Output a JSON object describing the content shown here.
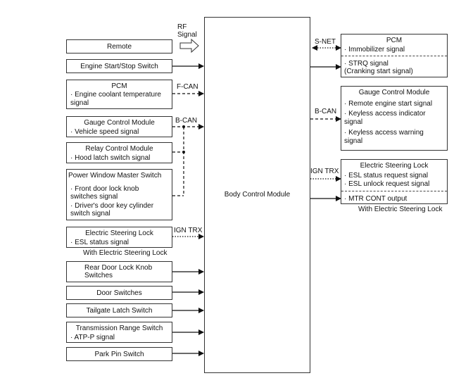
{
  "bcm": {
    "label": "Body Control Module"
  },
  "labels": {
    "rf_signal": [
      "RF",
      "Signal"
    ],
    "f_can": "F-CAN",
    "b_can_left": "B-CAN",
    "ign_trx_left": "IGN TRX",
    "s_net": "S-NET",
    "b_can_right": "B-CAN",
    "ign_trx_right": "IGN TRX"
  },
  "left_boxes": {
    "remote": "Remote",
    "engine_start": "Engine Start/Stop Switch",
    "pcm": {
      "title": "PCM",
      "lines": [
        "· Engine coolant temperature",
        "signal"
      ]
    },
    "gauge": {
      "title": "Gauge Control Module",
      "lines": [
        "· Vehicle speed signal"
      ]
    },
    "relay": {
      "title": "Relay Control Module",
      "lines": [
        "· Hood latch switch signal"
      ]
    },
    "power_window": {
      "title": "Power Window Master Switch",
      "lines": [
        "· Front door lock knob",
        "switches signal",
        "· Driver's door key cylinder",
        "switch signal"
      ]
    },
    "esl": {
      "title": "Electric Steering Lock",
      "lines": [
        "· ESL status signal"
      ],
      "note": "With Electric Steering Lock"
    },
    "rear_door": [
      "Rear Door Lock Knob",
      "Switches"
    ],
    "door_switches": "Door Switches",
    "tailgate": "Tailgate Latch Switch",
    "trans_range": {
      "title": "Transmission Range Switch",
      "lines": [
        "· ATP-P signal"
      ]
    },
    "park_pin": "Park Pin Switch"
  },
  "right_boxes": {
    "pcm": {
      "title": "PCM",
      "lines_top": [
        "· Immobilizer signal"
      ],
      "lines_bottom": [
        "· STRQ signal",
        "(Cranking start signal)"
      ]
    },
    "gauge": {
      "title": "Gauge Control Module",
      "lines": [
        "· Remote engine start signal",
        "· Keyless access indicator",
        "signal",
        "· Keyless access warning",
        "signal"
      ]
    },
    "esl": {
      "title": "Electric Steering Lock",
      "lines_top": [
        "· ESL status request signal",
        "· ESL unlock request signal"
      ],
      "lines_bottom": [
        "· MTR CONT output"
      ],
      "note": "With Electric Steering Lock"
    }
  }
}
